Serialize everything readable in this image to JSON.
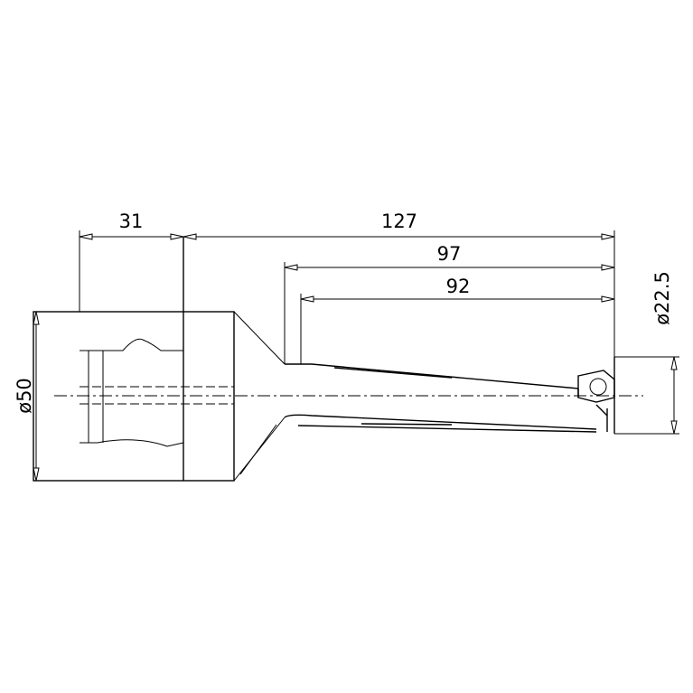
{
  "dimensions": {
    "shank_length": "31",
    "overall_length": "127",
    "reach_97": "97",
    "reach_92": "92",
    "body_diameter": "ø50",
    "cut_diameter": "ø22.5"
  },
  "colors": {
    "line": "#000000",
    "background": "#ffffff"
  }
}
